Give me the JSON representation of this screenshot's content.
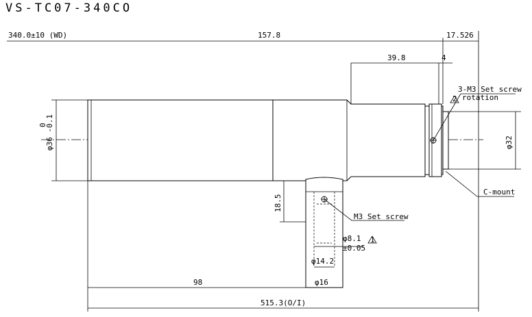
{
  "title": "VS-TC07-340CO",
  "dimensions": {
    "wd": "340.0±10 (WD)",
    "length_main": "157.8",
    "length_rear": "17.526",
    "length_mount": "39.8",
    "mount_gap": "4",
    "set_screw_3": "3-M3 Set screw",
    "rotation": "rotation",
    "diameter_front": "φ36 -0.1",
    "diameter_front_tol_upper": "0",
    "diameter_mount": "φ32",
    "c_mount": "C-mount",
    "stem_height": "18.5",
    "set_screw_m3": "M3 Set screw",
    "pin_dia": "φ8.1",
    "pin_tol": "±0.05",
    "pin_flag": "1",
    "stem_inner_dia": "φ14.2",
    "stem_dia": "φ16",
    "stem_offset": "98",
    "total_length": "515.3(O/I)",
    "rotation_flag": "2"
  }
}
